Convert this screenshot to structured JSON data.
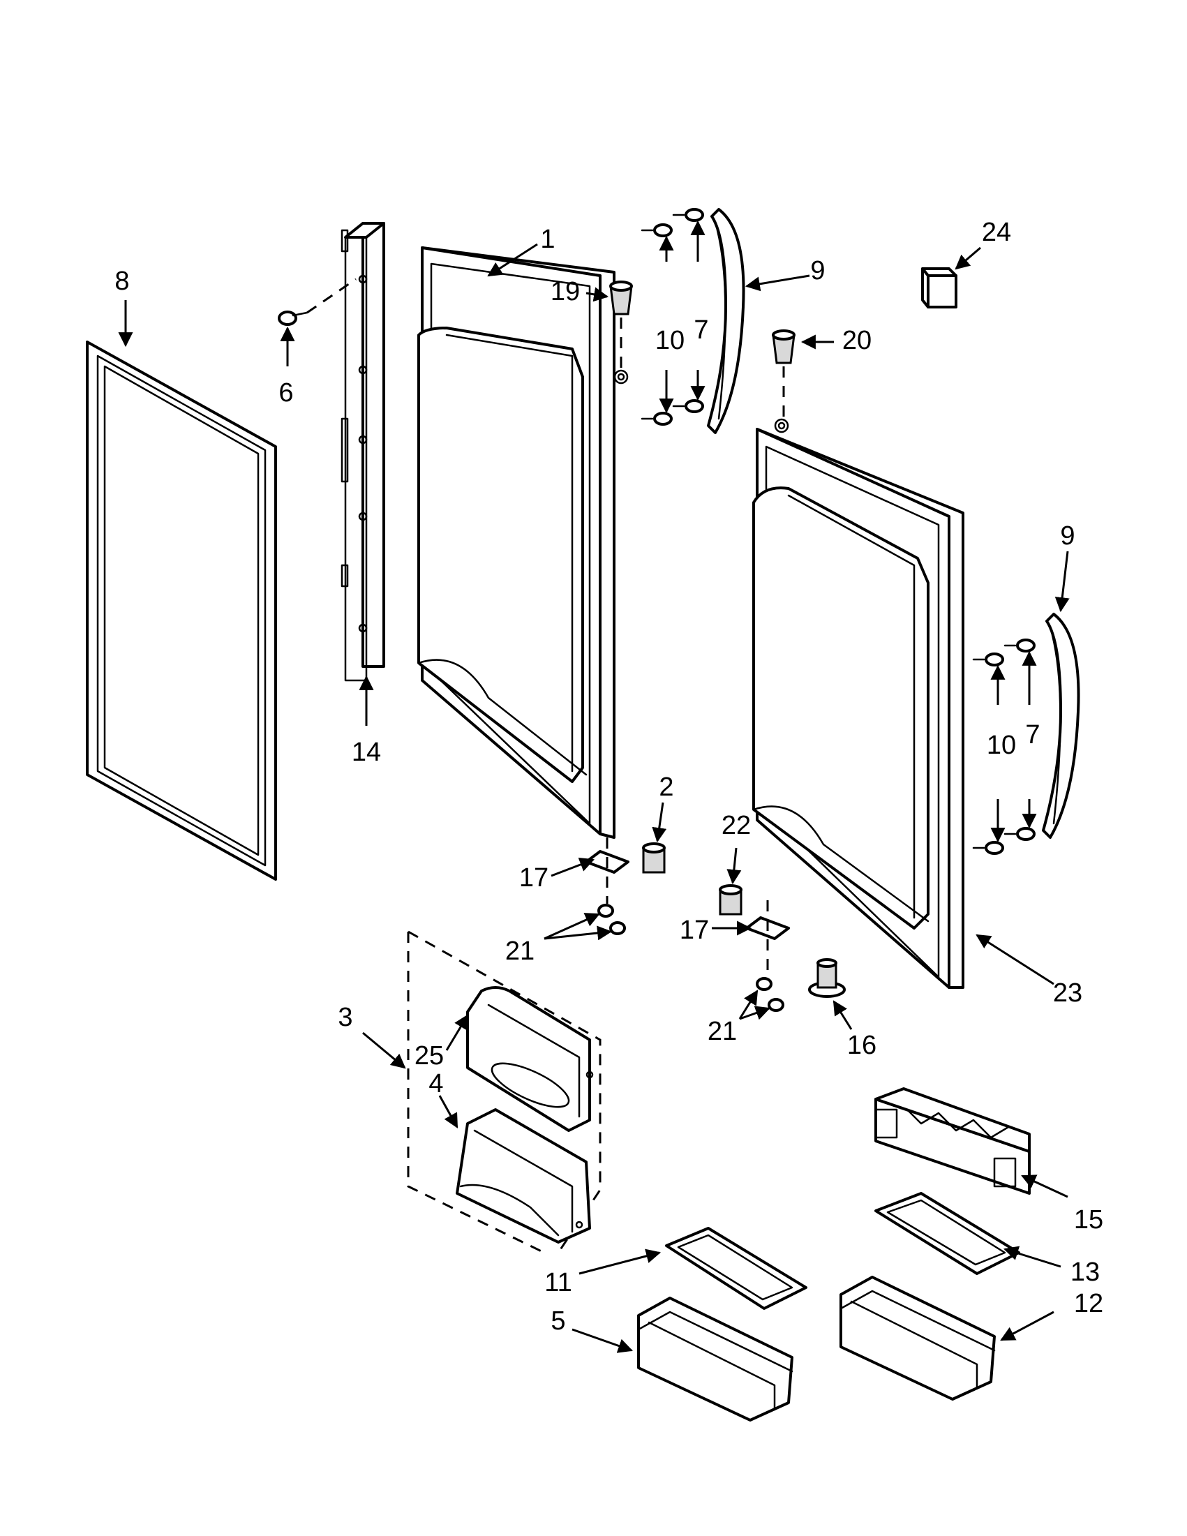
{
  "callouts": {
    "c1": "1",
    "c2": "2",
    "c3": "3",
    "c4": "4",
    "c5": "5",
    "c6": "6",
    "c7a": "7",
    "c7b": "7",
    "c8": "8",
    "c9a": "9",
    "c9b": "9",
    "c10a": "10",
    "c10b": "10",
    "c11": "11",
    "c12": "12",
    "c13": "13",
    "c14": "14",
    "c15": "15",
    "c16": "16",
    "c17a": "17",
    "c17b": "17",
    "c19": "19",
    "c20": "20",
    "c21a": "21",
    "c21b": "21",
    "c22": "22",
    "c23": "23",
    "c24": "24",
    "c25": "25"
  },
  "colors": {
    "line": "#000000",
    "background": "#ffffff",
    "shade": "#d9d9d9"
  }
}
